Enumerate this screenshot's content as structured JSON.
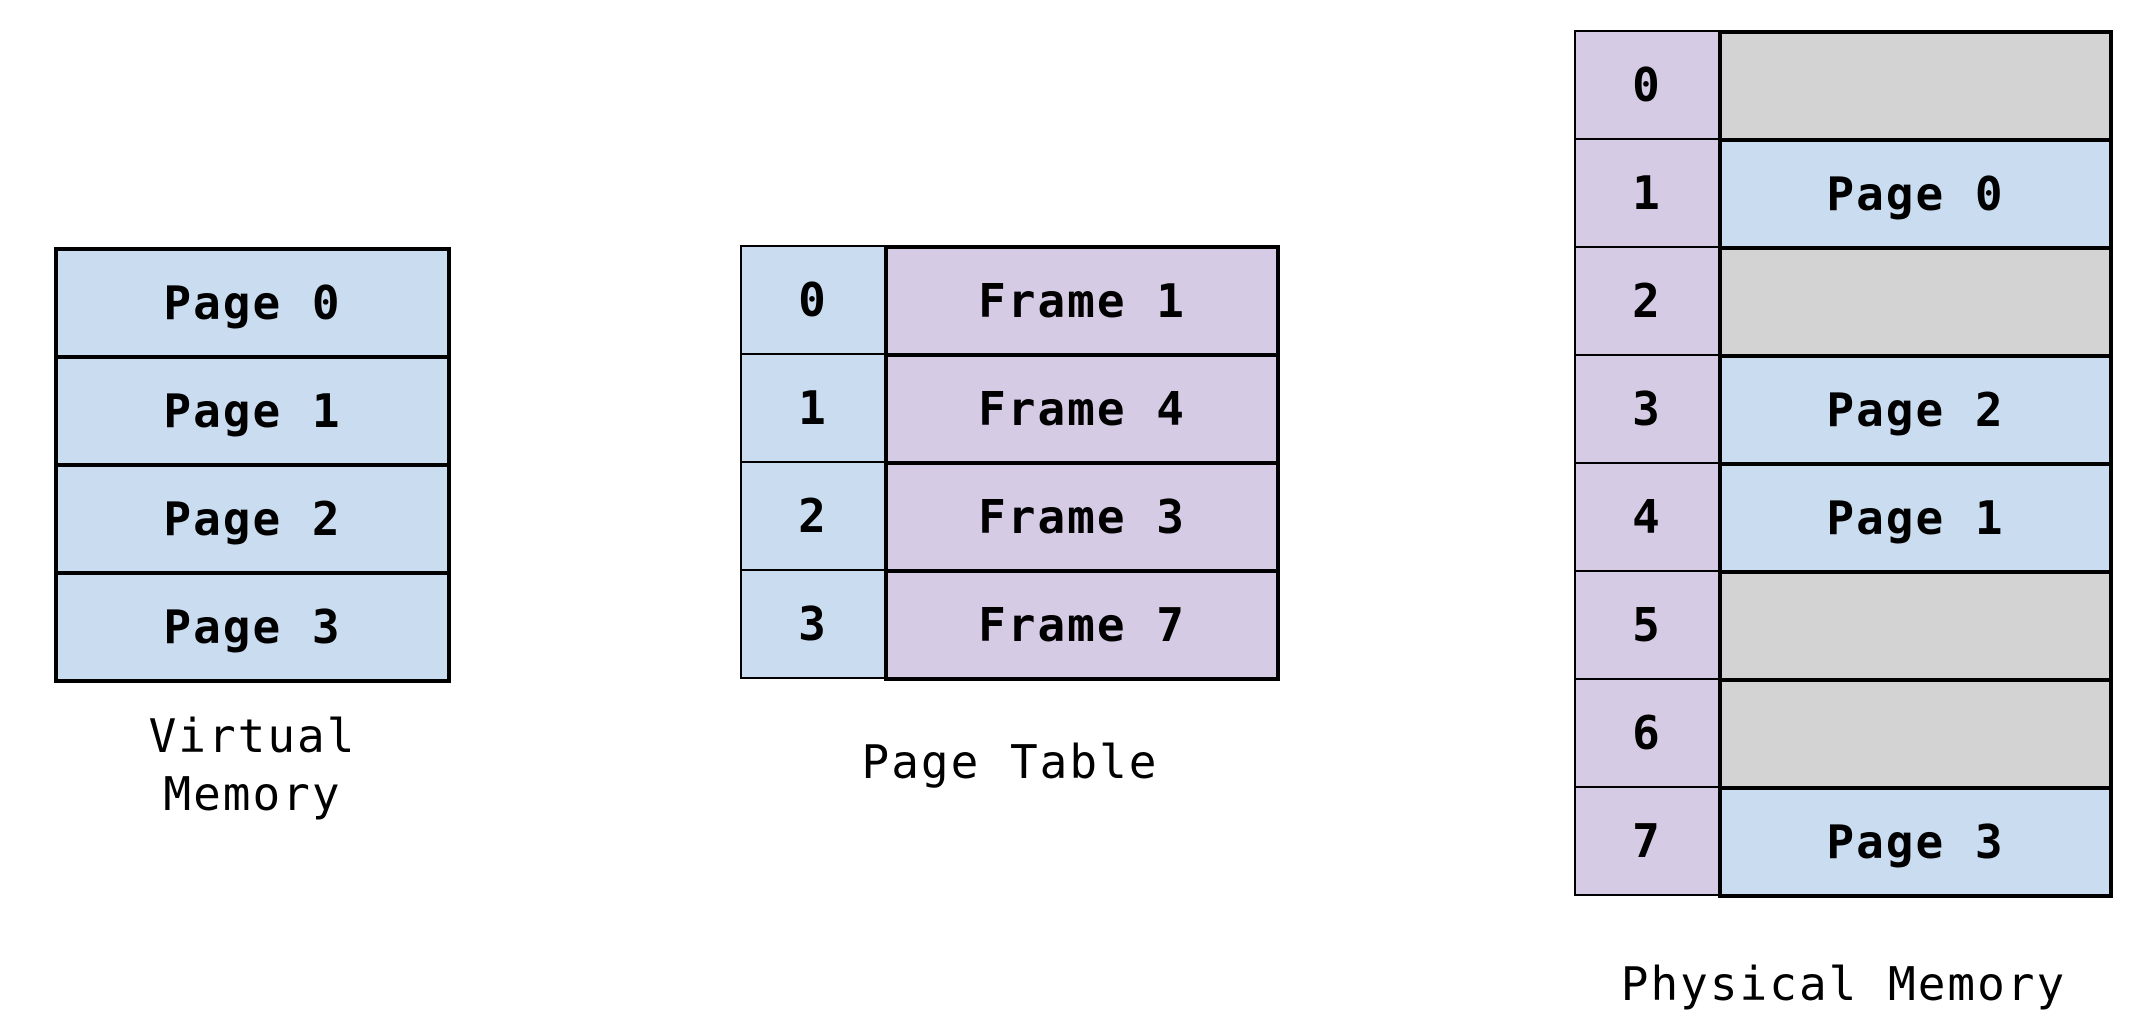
{
  "virtual_memory": {
    "caption_line1": "Virtual",
    "caption_line2": "Memory",
    "pages": [
      "Page 0",
      "Page 1",
      "Page 2",
      "Page 3"
    ]
  },
  "page_table": {
    "caption": "Page Table",
    "rows": [
      {
        "index": "0",
        "frame": "Frame 1"
      },
      {
        "index": "1",
        "frame": "Frame 4"
      },
      {
        "index": "2",
        "frame": "Frame 3"
      },
      {
        "index": "3",
        "frame": "Frame 7"
      }
    ]
  },
  "physical_memory": {
    "caption": "Physical Memory",
    "frames": [
      {
        "index": "0",
        "content": "",
        "state": "empty"
      },
      {
        "index": "1",
        "content": "Page 0",
        "state": "used"
      },
      {
        "index": "2",
        "content": "",
        "state": "empty"
      },
      {
        "index": "3",
        "content": "Page 2",
        "state": "used"
      },
      {
        "index": "4",
        "content": "Page 1",
        "state": "used"
      },
      {
        "index": "5",
        "content": "",
        "state": "empty"
      },
      {
        "index": "6",
        "content": "",
        "state": "empty"
      },
      {
        "index": "7",
        "content": "Page 3",
        "state": "used"
      }
    ]
  },
  "colors": {
    "page_fill": "#cadcef",
    "frame_fill": "#d6cbe4",
    "empty_fill": "#d3d3d3",
    "border": "#000000"
  }
}
